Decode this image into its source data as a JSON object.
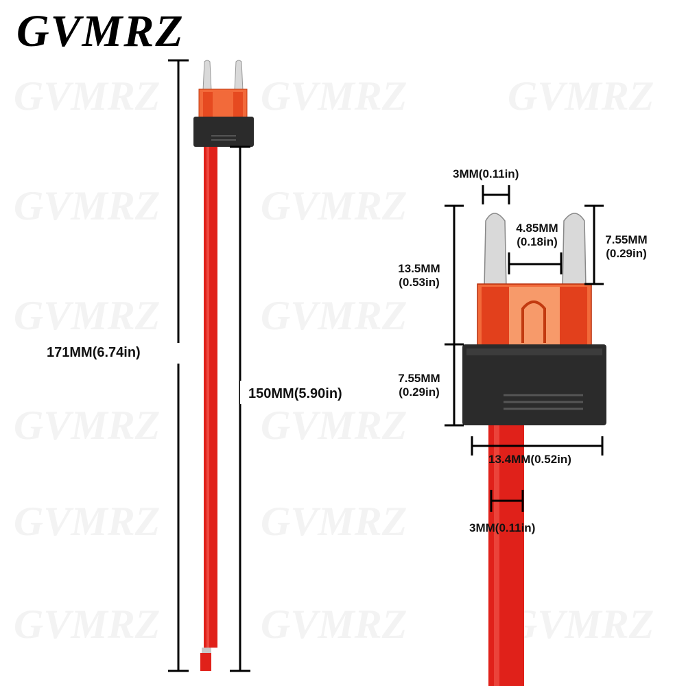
{
  "brand": "GVMRZ",
  "watermark_text": "GVMRZ",
  "colors": {
    "wire": "#e0211a",
    "fuse_body": "#f26a3a",
    "holder": "#2b2b2b",
    "blade": "#d9d9d9",
    "line": "#000000"
  },
  "dimensions": {
    "overall_length": "171MM(6.74in)",
    "wire_length": "150MM(5.90in)",
    "blade_width": "3MM(0.11in)",
    "blade_gap_mm": "4.85MM",
    "blade_gap_in": "(0.18in)",
    "blade_height_mm": "7.55MM",
    "blade_height_in": "(0.29in)",
    "fuse_height_mm": "13.5MM",
    "fuse_height_in": "(0.53in)",
    "holder_height_mm": "7.55MM",
    "holder_height_in": "(0.29in)",
    "holder_width": "13.4MM(0.52in)",
    "wire_diameter": "3MM(0.11in)"
  }
}
